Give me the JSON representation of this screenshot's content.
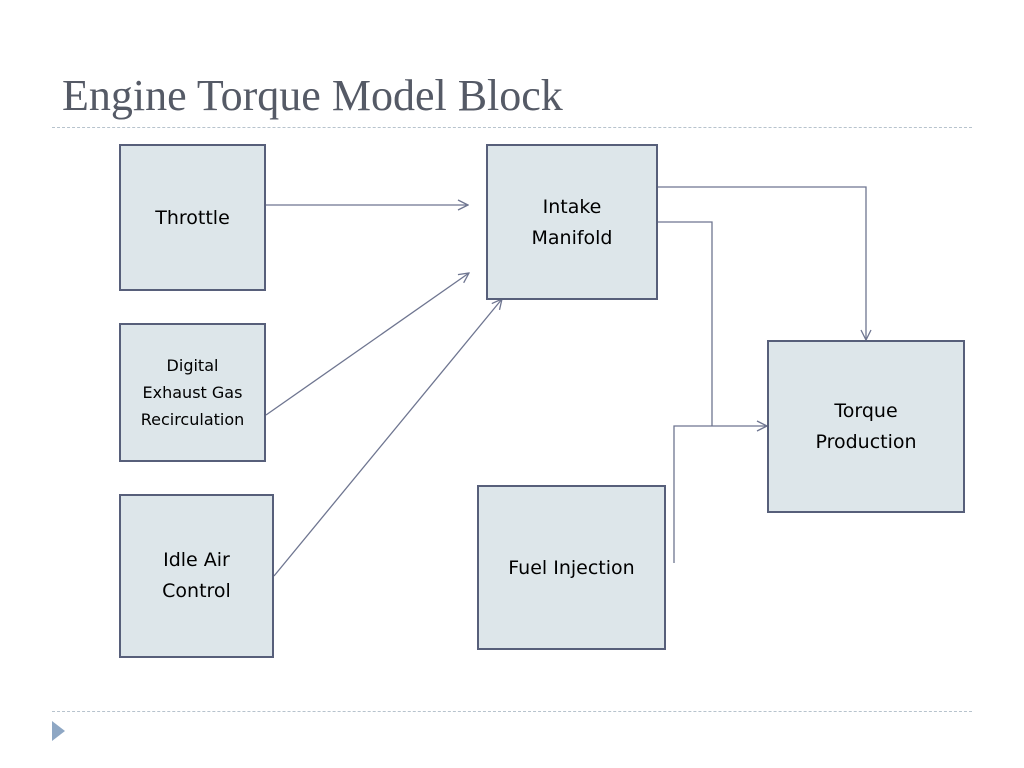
{
  "slide": {
    "title": "Engine Torque Model Block"
  },
  "blocks": {
    "throttle": "Throttle",
    "egr": "Digital\nExhaust Gas\nRecirculation",
    "idle_air": "Idle Air\nControl",
    "intake": "Intake\nManifold",
    "torque": "Torque\nProduction",
    "fuel": "Fuel Injection"
  },
  "colors": {
    "title": "#555a66",
    "block_fill": "#dde6ea",
    "block_border": "#575f7a",
    "connector": "#6e7590",
    "divider": "#b7c3cd",
    "nav_marker": "#8ea7c4"
  }
}
